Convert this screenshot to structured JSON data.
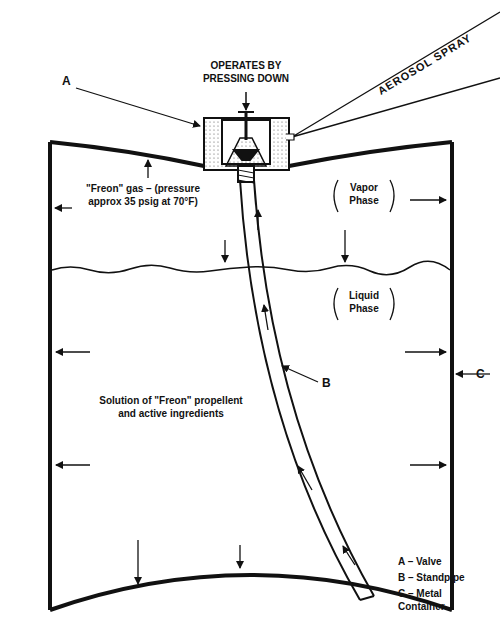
{
  "diagram": {
    "labels": [
      "OPERATES BY PRESSING DOWN",
      "AEROSOL SPRAY",
      "A",
      "\"Freon\" gas – (pressure approx 35 psig at 70°F)",
      "Vapor Phase",
      "Liquid Phase",
      "B",
      "C",
      "Solution of \"Freon\" propellent and active ingredients",
      "A – Valve",
      "B – Standpipe",
      "C – Metal Container"
    ]
  }
}
